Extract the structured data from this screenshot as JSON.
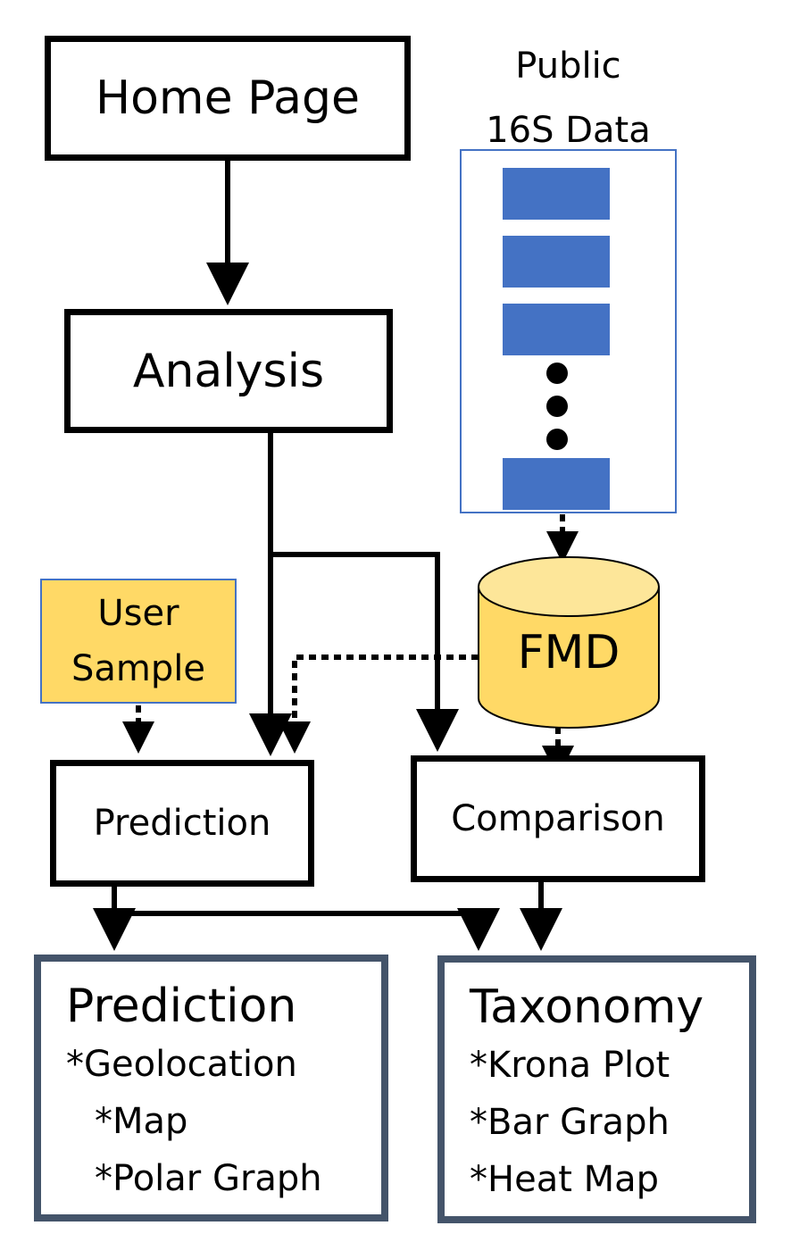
{
  "nodes": {
    "home": "Home Page",
    "analysis": "Analysis",
    "public_data": [
      "Public",
      "16S Data"
    ],
    "user_sample": [
      "User",
      "Sample"
    ],
    "fmd": "FMD",
    "prediction_step": "Prediction",
    "comparison_step": "Comparison"
  },
  "results": {
    "prediction": {
      "title": "Prediction",
      "items": [
        "*Geolocation",
        "*Map",
        "*Polar Graph"
      ]
    },
    "taxonomy": {
      "title": "Taxonomy",
      "items": [
        "*Krona Plot",
        "*Bar Graph",
        "*Heat Map"
      ]
    }
  },
  "colors": {
    "box_border": "#000000",
    "result_border": "#44546a",
    "sequence_blue": "#4472c4",
    "sample_fill": "#ffd966",
    "db_fill": "#ffd966",
    "db_top": "#fde699"
  }
}
